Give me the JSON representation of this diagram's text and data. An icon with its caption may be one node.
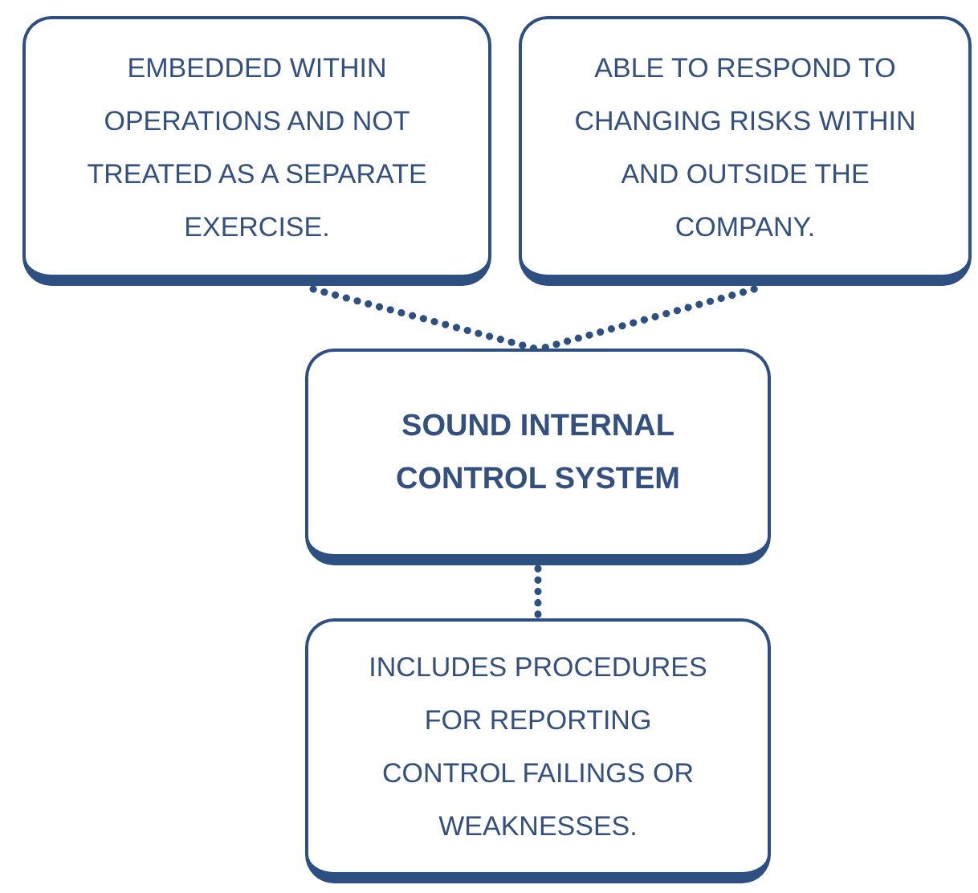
{
  "diagram": {
    "nodes": [
      {
        "text": [
          "EMBEDDED WITHIN OPERATIONS AND NOT TREATED AS A SEPARATE EXERCISE."
        ]
      },
      {
        "text": [
          "ABLE TO RESPOND TO CHANGING RISKS WITHIN AND OUTSIDE THE COMPANY."
        ]
      },
      {
        "text": [
          "SOUND INTERNAL CONTROL SYSTEM"
        ]
      },
      {
        "text": [
          "INCLUDES PROCEDURES FOR REPORTING CONTROL FAILINGS OR WEAKNESSES."
        ]
      }
    ],
    "edges": [
      {
        "from": 0,
        "to": 2,
        "arrow": "none",
        "style": "dashed"
      },
      {
        "from": 1,
        "to": 2,
        "arrow": "none",
        "style": "dashed"
      },
      {
        "from": 2,
        "to": 3,
        "arrow": "none",
        "style": "dashed"
      }
    ]
  }
}
